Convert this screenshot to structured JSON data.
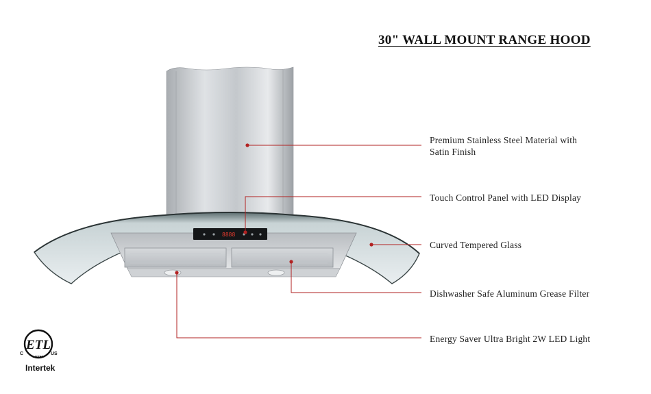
{
  "title": "30\" WALL MOUNT RANGE HOOD",
  "features": [
    {
      "line1": "Premium Stainless Steel Material with",
      "line2": "Satin Finish"
    },
    {
      "line1": "Touch Control Panel with LED Display"
    },
    {
      "line1": "Curved Tempered Glass"
    },
    {
      "line1": "Dishwasher Safe Aluminum Grease Filter"
    },
    {
      "line1": "Energy Saver Ultra Bright 2W LED Light"
    }
  ],
  "certification": {
    "mark_text": "ETL",
    "c_label": "C",
    "us_label": "US",
    "listed_label": "LISTED",
    "brand": "Intertek"
  },
  "display_digits": "8888",
  "colors": {
    "callout": "#b22222",
    "steel": "#c9ccd0",
    "glass": "#9fb0b3"
  }
}
